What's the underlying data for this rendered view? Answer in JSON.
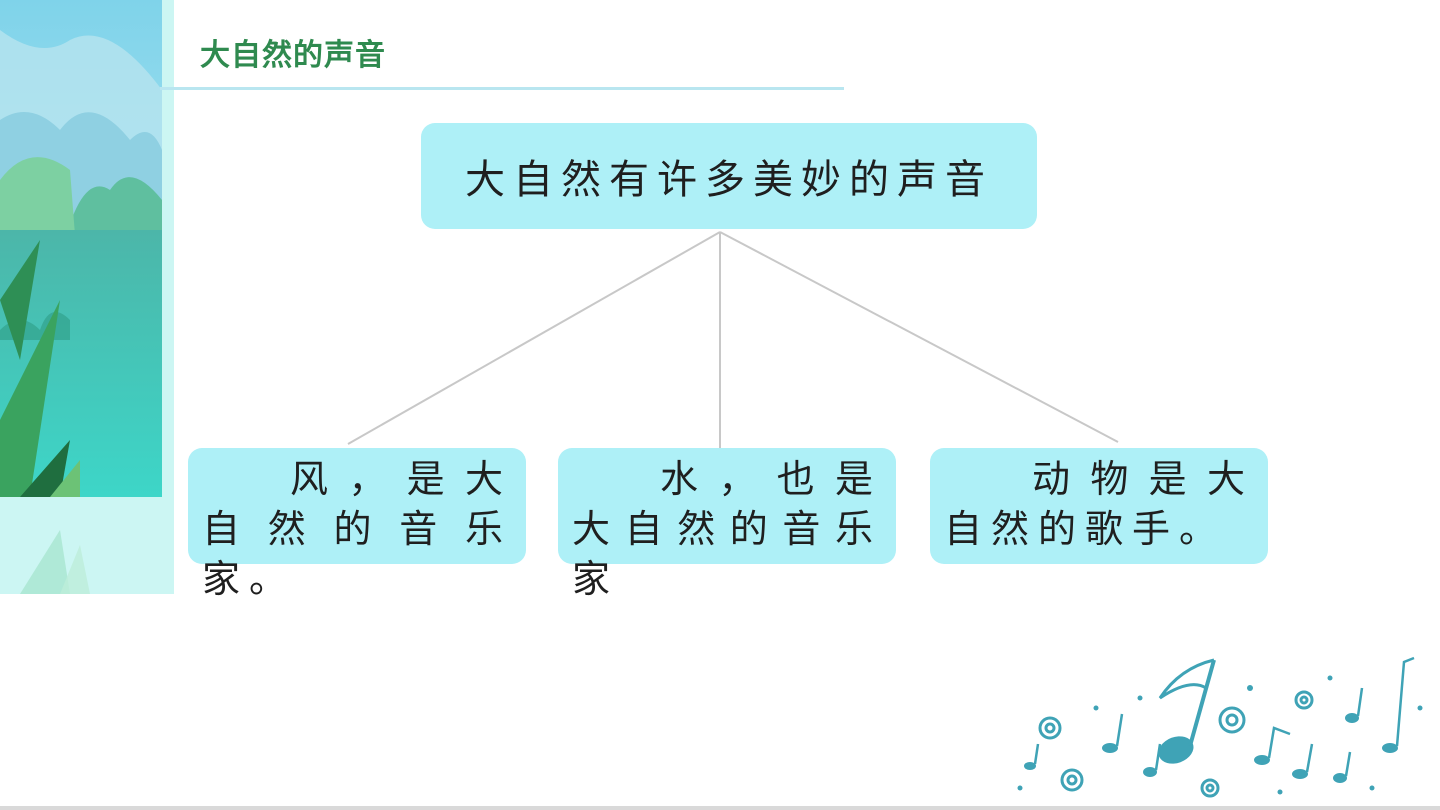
{
  "header": {
    "title": "大自然的声音"
  },
  "diagram": {
    "root": {
      "label": "大自然有许多美妙的声音"
    },
    "children": [
      {
        "label": "风，是大自然的音乐家。"
      },
      {
        "label": "水，也是大自然的音乐家"
      },
      {
        "label": "动物是大自然的歌手。"
      }
    ],
    "colors": {
      "node_fill": "#aef0f7",
      "connector": "#c8c8c8",
      "title": "#2f8a4f",
      "music_notes": "#3fa3b6"
    }
  }
}
